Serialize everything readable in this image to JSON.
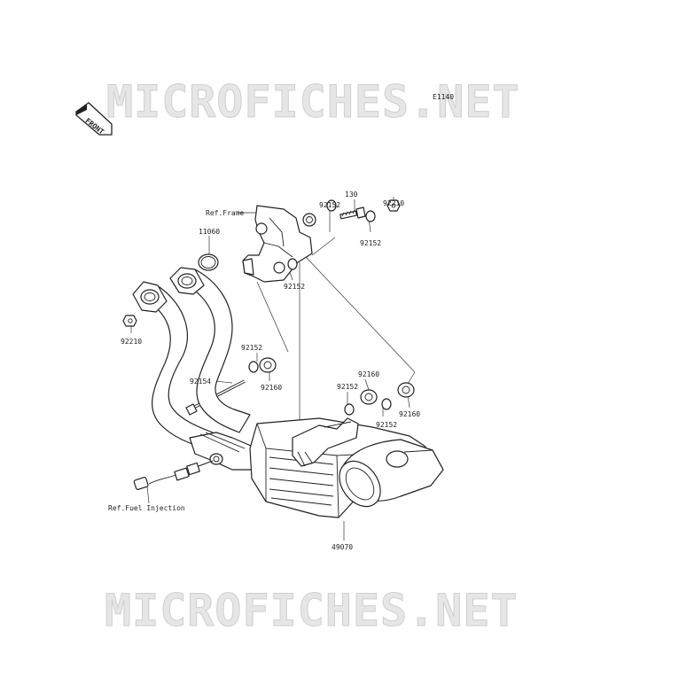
{
  "diagram": {
    "code": "E1140",
    "watermark": "MICROFICHES.NET",
    "front_label": "FRONT",
    "ref_frame": "Ref.Frame",
    "ref_fuel": "Ref.Fuel Injection",
    "parts": {
      "p130": "130",
      "p11060": "11060",
      "p49070": "49070",
      "p92154": "92154",
      "p92152": "92152",
      "p92160": "92160",
      "p92210": "92210"
    }
  }
}
